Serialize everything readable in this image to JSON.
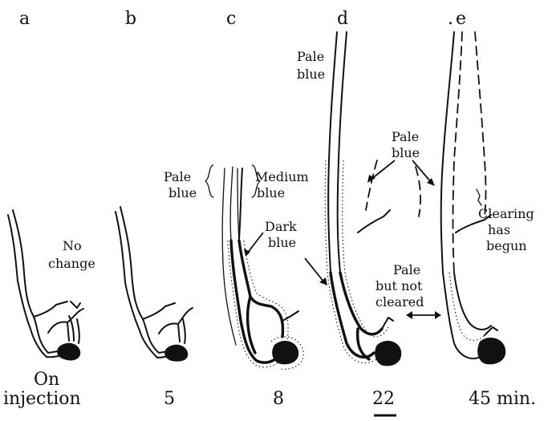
{
  "panels": [
    {
      "letter": "a",
      "time": "On\ninjection",
      "notes": [
        "No",
        "change"
      ]
    },
    {
      "letter": "b",
      "time": "5"
    },
    {
      "letter": "c",
      "time": "8",
      "notes": [
        "Pale",
        "blue",
        "Medium",
        "blue",
        "Dark",
        "blue"
      ]
    },
    {
      "letter": "d",
      "time": "22",
      "notes": [
        "Pale",
        "blue",
        "Pale",
        "blue",
        "Pale",
        "but not",
        "cleared"
      ]
    },
    {
      "letter": "e",
      "time": "45 min.",
      "notes": [
        "Clearing",
        "has",
        "begun"
      ]
    }
  ],
  "labels": {
    "a": "a",
    "b": "b",
    "c": "c",
    "d": "d",
    "e": "e",
    "a_note1": "No",
    "a_note2": "change",
    "c_pale1": "Pale",
    "c_pale2": "blue",
    "c_med1": "Medium",
    "c_med2": "blue",
    "c_dark1": "Dark",
    "c_dark2": "blue",
    "d_pale1": "Pale",
    "d_pale2": "blue",
    "d_pale3": "Pale",
    "d_pale4": "blue",
    "d_pale5": "Pale",
    "d_pale6": "but not",
    "d_pale7": "cleared",
    "e_clear1": "Clearing",
    "e_clear2": "has",
    "e_clear3": "begun",
    "t_a1": "On",
    "t_a2": "injection",
    "t_b": "5",
    "t_c": "8",
    "t_d": "22",
    "t_e": "45 min."
  }
}
